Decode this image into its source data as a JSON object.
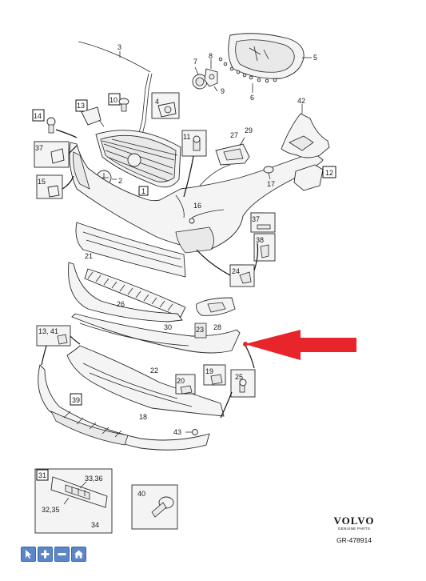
{
  "labels": {
    "p1": "1",
    "p2": "2",
    "p3": "3",
    "p4": "4",
    "p5": "5",
    "p6": "6",
    "p7": "7",
    "p8": "8",
    "p9": "9",
    "p10": "10",
    "p11": "11",
    "p12": "12",
    "p13": "13",
    "p13_41": "13, 41",
    "p14": "14",
    "p15": "15",
    "p16": "16",
    "p17": "17",
    "p18": "18",
    "p19": "19",
    "p20": "20",
    "p21": "21",
    "p22": "22",
    "p23": "23",
    "p24": "24",
    "p25": "25",
    "p26": "26",
    "p27": "27",
    "p28": "28",
    "p29": "29",
    "p30": "30",
    "p31": "31",
    "p32_35": "32,35",
    "p33_36": "33,36",
    "p34": "34",
    "p37a": "37",
    "p37b": "37",
    "p38": "38",
    "p39": "39",
    "p40": "40",
    "p42": "42",
    "p43": "43"
  },
  "brand": {
    "name": "VOLVO",
    "subtitle": "GENUINE PARTS",
    "code": "GR-478914"
  },
  "toolbar": {
    "buttons": [
      "pointer-icon",
      "zoom-in-icon",
      "zoom-out-icon",
      "home-icon"
    ]
  },
  "colors": {
    "arrow": "#e8252a",
    "toolbar": "#5b86c8"
  }
}
